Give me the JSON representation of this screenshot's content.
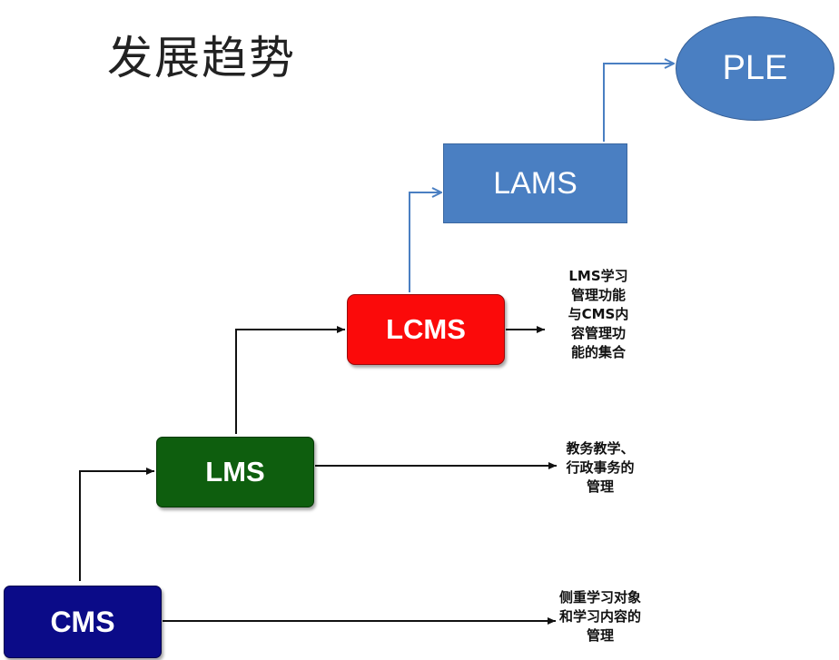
{
  "title": "发展趋势",
  "nodes": {
    "cms": "CMS",
    "lms": "LMS",
    "lcms": "LCMS",
    "lams": "LAMS",
    "ple": "PLE"
  },
  "descriptions": {
    "lcms": [
      "LMS学习",
      "管理功能",
      "与CMS内",
      "容管理功",
      "能的集合"
    ],
    "lms": [
      "教务教学、",
      "行政事务的",
      "管理"
    ],
    "cms": [
      "侧重学习对象",
      "和学习内容的",
      "管理"
    ]
  },
  "colors": {
    "cms": "#0b0b88",
    "lms": "#0e5e0e",
    "lcms": "#fb0a0a",
    "lams": "#4a7fc2",
    "ple": "#4a7fc2",
    "arrow_dark": "#111111",
    "arrow_blue": "#4a7fc2"
  }
}
